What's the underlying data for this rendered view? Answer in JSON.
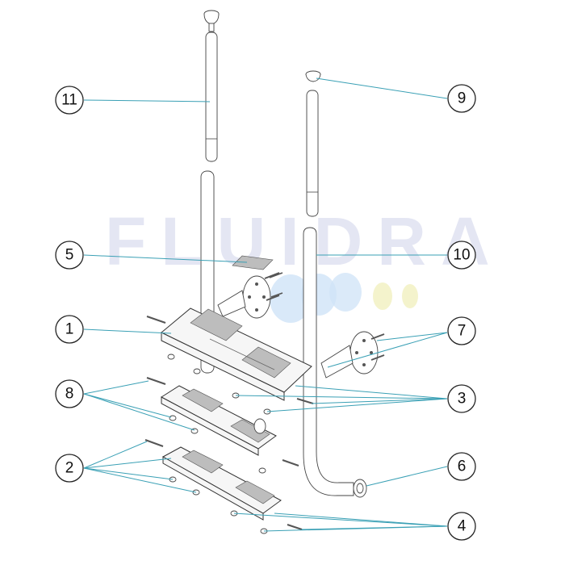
{
  "watermark": {
    "brand": "FLUIDRA",
    "color_text": "#cfd3ea",
    "color_blue": "#cfe3f7",
    "color_yellow": "#f3f2c6"
  },
  "callouts": [
    {
      "id": "1",
      "label": "1"
    },
    {
      "id": "2",
      "label": "2"
    },
    {
      "id": "3",
      "label": "3"
    },
    {
      "id": "4",
      "label": "4"
    },
    {
      "id": "5",
      "label": "5"
    },
    {
      "id": "6",
      "label": "6"
    },
    {
      "id": "7",
      "label": "7"
    },
    {
      "id": "8",
      "label": "8"
    },
    {
      "id": "9",
      "label": "9"
    },
    {
      "id": "10",
      "label": "10"
    },
    {
      "id": "11",
      "label": "11"
    }
  ],
  "colors": {
    "leader": "#3aa0b5",
    "outline": "#333333"
  }
}
